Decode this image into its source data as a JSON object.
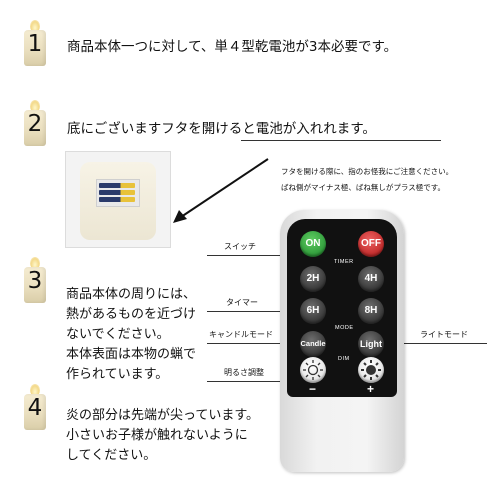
{
  "steps": [
    {
      "number": "1",
      "lines": [
        "商品本体一つに対して、単４型乾電池が3本必要です。"
      ]
    },
    {
      "number": "2",
      "lines": [
        "底にございますフタを開けると電池が入れれます。"
      ]
    },
    {
      "number": "3",
      "lines": [
        "商品本体の周りには、",
        "熱があるものを近づけ",
        "ないでください。",
        "本体表面は本物の蝋で",
        "作られています。"
      ]
    },
    {
      "number": "4",
      "lines": [
        "炎の部分は先端が尖っています。",
        "小さいお子様が触れないように",
        "してください。"
      ]
    }
  ],
  "battery_note": {
    "line1": "フタを開ける際に、指のお怪我にご注意ください。",
    "line2": "ばね側がマイナス極、ばね無しがプラス極です。"
  },
  "callouts": {
    "switch": "スイッチ",
    "timer": "タイマー",
    "candle_mode": "キャンドルモード",
    "brightness": "明るさ調整",
    "light_mode": "ライトモード"
  },
  "remote": {
    "on": "ON",
    "off": "OFF",
    "timer_label": "TIMER",
    "timer_2h": "2H",
    "timer_4h": "4H",
    "timer_6h": "6H",
    "timer_8h": "8H",
    "mode_label": "MODE",
    "candle": "Candle",
    "light": "Light",
    "dim_label": "DIM",
    "minus": "−",
    "plus": "+"
  },
  "icons": {
    "candle": "candle-icon",
    "arrow": "arrow-icon",
    "dim_down": "sun-outline-icon",
    "dim_up": "sun-filled-icon"
  },
  "colors": {
    "on_button": "#2f9a3a",
    "off_button": "#c02a2a",
    "keypad": "#111111",
    "candle_wax": "#eadfbf"
  }
}
